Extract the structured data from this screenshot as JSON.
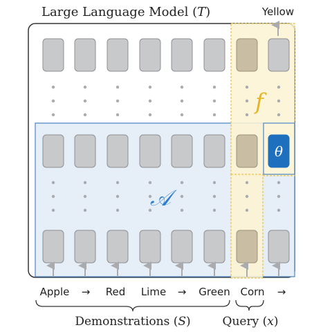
{
  "title": {
    "prefix": "Large  Language  Model (",
    "symbol": "T",
    "suffix": ")"
  },
  "output_label": "Yellow",
  "symbols": {
    "f": "f",
    "A": "𝒜",
    "theta": "θ"
  },
  "tokens": {
    "demonstrations": [
      "Apple",
      "→",
      "Red",
      "Lime",
      "→",
      "Green"
    ],
    "query": "Corn",
    "query_arrow": "→"
  },
  "groups": {
    "demonstrations": {
      "prefix": "Demonstrations (",
      "symbol": "S",
      "suffix": ")"
    },
    "query": {
      "prefix": "Query (",
      "symbol": "x",
      "suffix": ")"
    }
  },
  "colors": {
    "block_gray": "#c8c9cb",
    "block_stroke": "#8d9094",
    "block_tan": "#c9bea3",
    "block_tan_stroke": "#9c927a",
    "theta_blue": "#1f6fbf",
    "region_A_fill": "#e6eef8",
    "region_A_stroke": "#4f86c6",
    "region_f_fill": "#fdf3d2",
    "region_f_stroke": "#e6c24e",
    "f_symbol": "#e6b325",
    "A_symbol": "#2e7ed1"
  }
}
